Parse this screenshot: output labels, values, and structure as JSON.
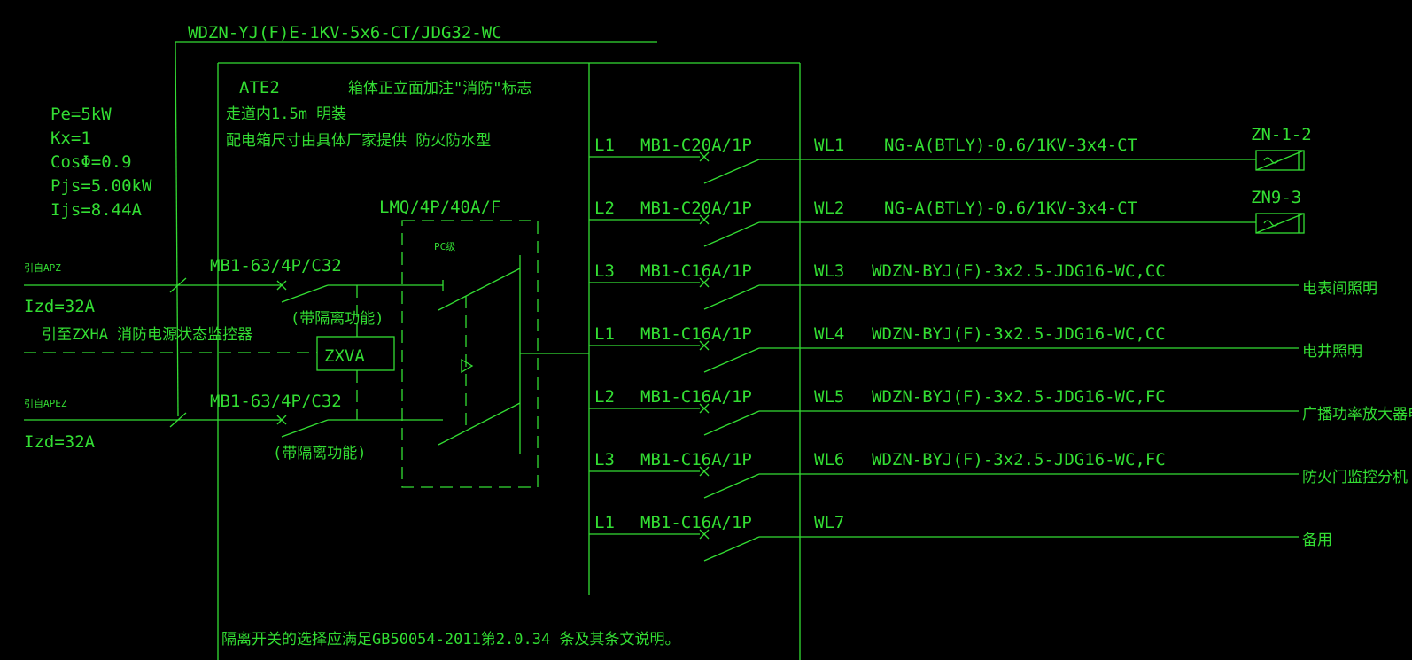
{
  "colors": {
    "background": "#000000",
    "line": "#33dd33"
  },
  "feeder_cable": "WDZN-YJ(F)E-1KV-5x6-CT/JDG32-WC",
  "panel": {
    "name": "ATE2",
    "note_front": "箱体正立面加注\"消防\"标志",
    "note_mount": "走道内1.5m 明装",
    "note_size": "配电箱尺寸由具体厂家提供  防火防水型"
  },
  "load_calc": [
    "Pe=5kW",
    "Kx=1",
    "CosΦ=0.9",
    "Pjs=5.00kW",
    "Ijs=8.44A"
  ],
  "incoming": [
    {
      "source": "引自APZ",
      "izd": "Izd=32A",
      "breaker": "MB1-63/4P/C32",
      "note": "(带隔离功能)"
    },
    {
      "source": "引自APEZ",
      "izd": "Izd=32A",
      "breaker": "MB1-63/4P/C32",
      "note": "(带隔离功能)"
    }
  ],
  "monitor": {
    "label": "引至ZXHA 消防电源状态监控器",
    "box": "ZXVA"
  },
  "ats": {
    "label": "LMQ/4P/40A/F",
    "class": "PC级"
  },
  "circuits": [
    {
      "phase": "L1",
      "breaker": "MB1-C20A/1P",
      "wl": "WL1",
      "cable": "NG-A(BTLY)-0.6/1KV-3x4-CT",
      "load": "ZN-1-2",
      "fixture": true
    },
    {
      "phase": "L2",
      "breaker": "MB1-C20A/1P",
      "wl": "WL2",
      "cable": "NG-A(BTLY)-0.6/1KV-3x4-CT",
      "load": "ZN9-3",
      "fixture": true
    },
    {
      "phase": "L3",
      "breaker": "MB1-C16A/1P",
      "wl": "WL3",
      "cable": "WDZN-BYJ(F)-3x2.5-JDG16-WC,CC",
      "load": "电表间照明",
      "fixture": false
    },
    {
      "phase": "L1",
      "breaker": "MB1-C16A/1P",
      "wl": "WL4",
      "cable": "WDZN-BYJ(F)-3x2.5-JDG16-WC,CC",
      "load": "电井照明",
      "fixture": false
    },
    {
      "phase": "L2",
      "breaker": "MB1-C16A/1P",
      "wl": "WL5",
      "cable": "WDZN-BYJ(F)-3x2.5-JDG16-WC,FC",
      "load": "广播功率放大器电源",
      "fixture": false
    },
    {
      "phase": "L3",
      "breaker": "MB1-C16A/1P",
      "wl": "WL6",
      "cable": "WDZN-BYJ(F)-3x2.5-JDG16-WC,FC",
      "load": "防火门监控分机",
      "fixture": false
    },
    {
      "phase": "L1",
      "breaker": "MB1-C16A/1P",
      "wl": "WL7",
      "cable": "",
      "load": "备用",
      "fixture": false
    }
  ],
  "footnote": "隔离开关的选择应满足GB50054-2011第2.0.34 条及其条文说明。"
}
